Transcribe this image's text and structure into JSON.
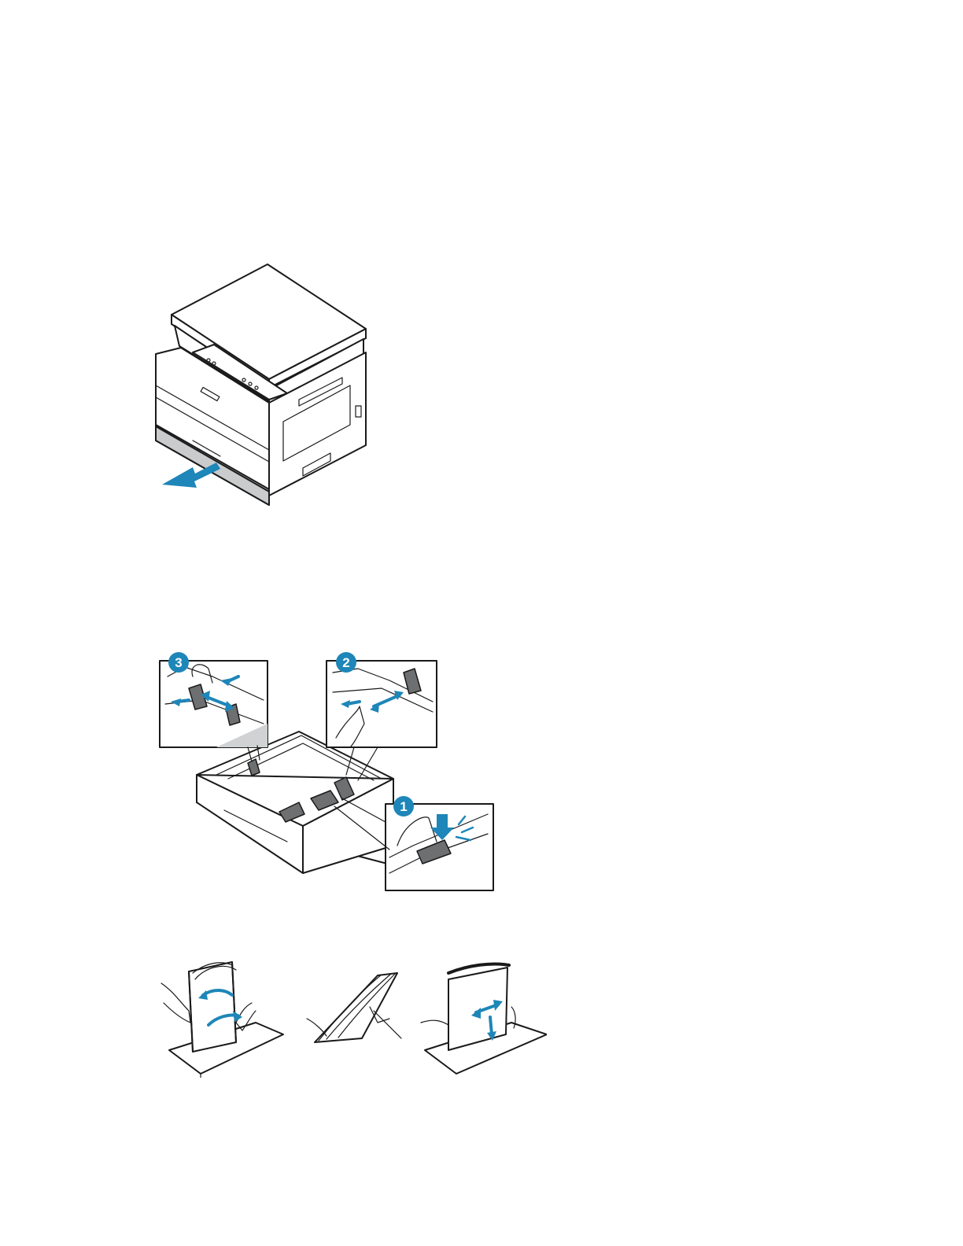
{
  "figures": {
    "tray_steps": [
      "3",
      "2",
      "1"
    ]
  },
  "colors": {
    "accent": "#1e86b8",
    "tray_gray": "#d0d2d3",
    "line": "#1a1a1a"
  }
}
